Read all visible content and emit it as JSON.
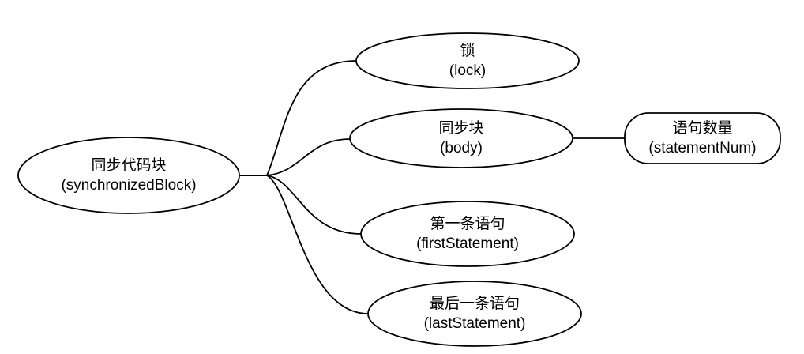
{
  "diagram": {
    "type": "mindmap",
    "background_color": "#ffffff",
    "stroke_color": "#000000",
    "text_color": "#000000",
    "root": {
      "label": "同步代码块",
      "sublabel": "(synchronizedBlock)"
    },
    "children": [
      {
        "label": "锁",
        "sublabel": "(lock)"
      },
      {
        "label": "同步块",
        "sublabel": "(body)",
        "children": [
          {
            "label": "语句数量",
            "sublabel": "(statementNum)"
          }
        ]
      },
      {
        "label": "第一条语句",
        "sublabel": "(firstStatement)"
      },
      {
        "label": "最后一条语句",
        "sublabel": "(lastStatement)"
      }
    ]
  }
}
